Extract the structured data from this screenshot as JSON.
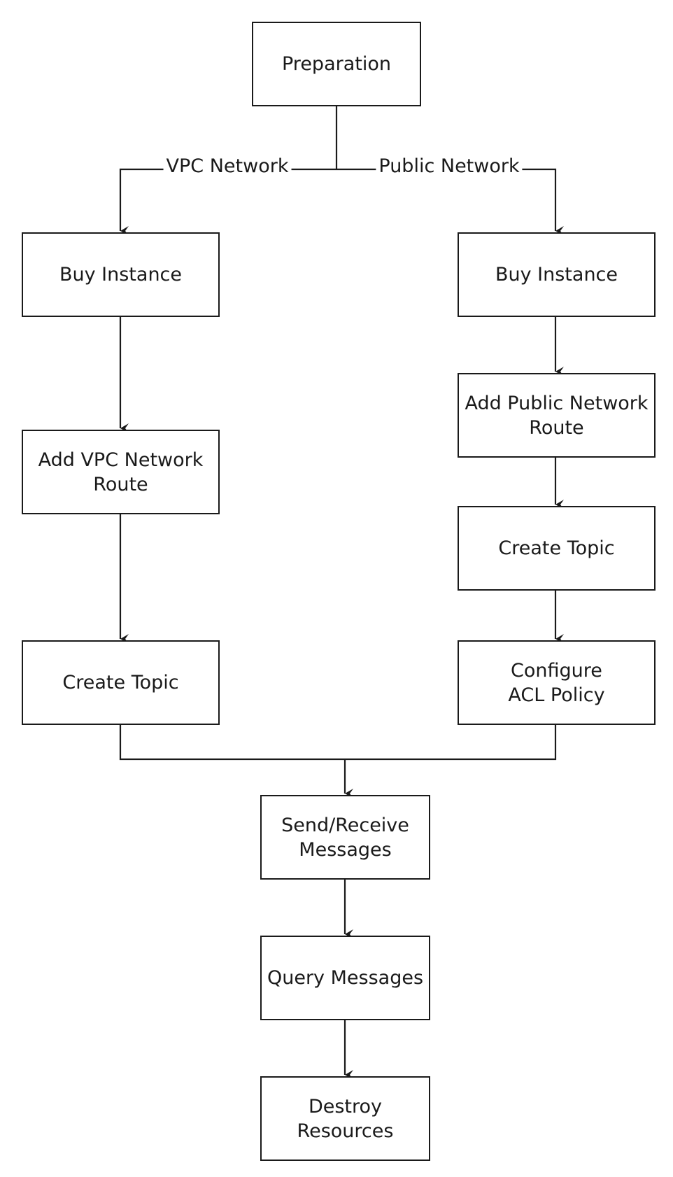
{
  "diagram": {
    "nodes": {
      "preparation": "Preparation",
      "vpc_buy_instance": "Buy Instance",
      "vpc_add_route": "Add VPC Network\nRoute",
      "vpc_create_topic": "Create Topic",
      "pub_buy_instance": "Buy Instance",
      "pub_add_route": "Add Public Network\nRoute",
      "pub_create_topic": "Create Topic",
      "pub_configure_acl": "Configure\nACL Policy",
      "send_receive": "Send/Receive\nMessages",
      "query_messages": "Query Messages",
      "destroy_resources": "Destroy\nResources"
    },
    "edge_labels": {
      "vpc_branch": "VPC Network",
      "public_branch": "Public Network"
    },
    "colors": {
      "stroke": "#1a1a1a",
      "background": "#ffffff"
    }
  }
}
